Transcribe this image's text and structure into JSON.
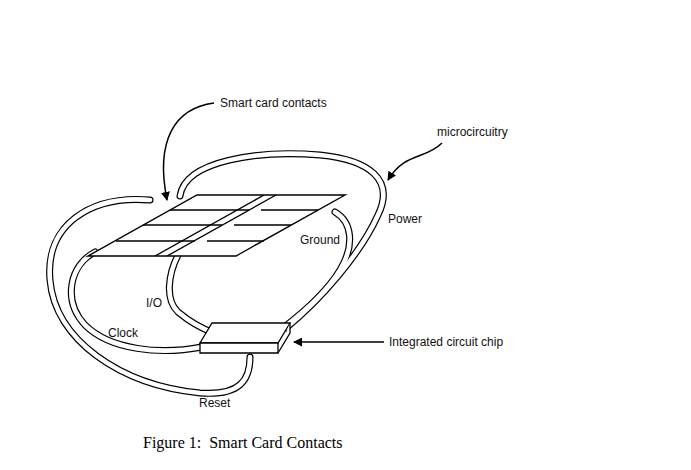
{
  "diagram": {
    "caption": "Figure 1:  Smart Card Contacts",
    "labels": [
      "Smart card contacts",
      "microcircuitry",
      "Power",
      "Ground",
      "I/O",
      "Clock",
      "Integrated circuit chip",
      "Reset"
    ]
  }
}
